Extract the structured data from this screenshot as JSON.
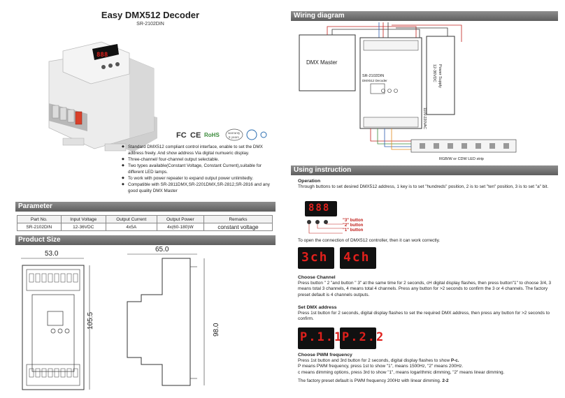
{
  "header": {
    "title": "Easy DMX512 Decoder",
    "model": "SR-2102DIN"
  },
  "features": [
    "Standard DMX512 compliant control interface, enable to set the DMX address freely. And show address Via digital numueric display.",
    "Three-channel/ four-channel output selectable.",
    "Two types available(Constant Voltage, Constant Current),suitable for different LED lamps.",
    "To work with power repeater to expand output power unlimitedly.",
    "Compatible  with SR-2811DMX,SR-2201DMX,SR-2812,SR-2816 and any good quality DMX Master"
  ],
  "certs": {
    "fc": "FC",
    "ce": "CE",
    "rohs": "RoHS",
    "warranty_top": "warranty",
    "warranty_bottom": "5 years"
  },
  "parameter": {
    "heading": "Parameter",
    "headers": [
      "Part No.",
      "Input Voltage",
      "Output Current",
      "Output Power",
      "Remarks"
    ],
    "row": [
      "SR-2102DIN",
      "12-36VDC",
      "4x5A",
      "4x(60-180)W",
      "constant voltage"
    ]
  },
  "product_size": {
    "heading": "Product Size",
    "width_front": "53.0",
    "height_front": "105.5",
    "width_side": "65.0",
    "height_side": "98.0"
  },
  "wiring": {
    "heading": "Wiring diagram",
    "dmx_master": "DMX Master",
    "device_model": "SR-2102DIN",
    "device_name": "DMX512 Decoder",
    "power_supply_line1": "Power Supply",
    "power_supply_line2": "12-36VDC",
    "ac_input": "110V-220VAC",
    "strip": "RGB/W or CDW LED strip"
  },
  "instruction": {
    "heading": "Using instruction",
    "operation_title": "Operation",
    "operation_text": "Through buttons to set desired DMX512 address, 1 key is to set \"hundreds\" position, 2 is to set \"ten\" position, 3 is to set \"a\" bit.",
    "button3": "\"3\" button",
    "button2": "\"2\" button",
    "button1": "\"1\" button",
    "open_text": "To open the connection of DMX512 controller, then it can work correctly.",
    "channel_title": "Choose Channel",
    "channel_text": "Press button \" 2 \"and button \" 3\" at the same time for 2 seconds, cH digital display flashes, then press button\"1\" to choose 3/4, 3 means total 3 channels, 4 means total 4 channels. Press any button for >2 seconds to confirm the 3 or 4 channels. The factory preset default is 4 channels outputs.",
    "address_title": "Set DMX address",
    "address_text": "Press 1st button for 2 seconds, digital display flashes to set the required DMX address, then press any button for >2 seconds to confirm.",
    "pwm_title": "Choose PWM frequency",
    "pwm_line1_pre": "Press 1st button and 3rd button for 2 seconds, digital display flashes to show",
    "pwm_line1_code": "P-c.",
    "pwm_line2": "P means PWM frequency, press 1st to show \"1\", means 1500Hz,  \"2\" means 200Hz.",
    "pwm_line3": "c means dimming options, press 3rd to show \"1\", means logarithmic dimming, \"2\" means linear dimming.",
    "factory_pre": "The factory preset default is PWM frequency 200Hz with linear dimming.",
    "factory_code": "2-2",
    "displays": {
      "addr": "888",
      "ch3": "3ch",
      "ch4": "4ch",
      "p1": "P.1.1",
      "p2": "P.2.2"
    }
  }
}
